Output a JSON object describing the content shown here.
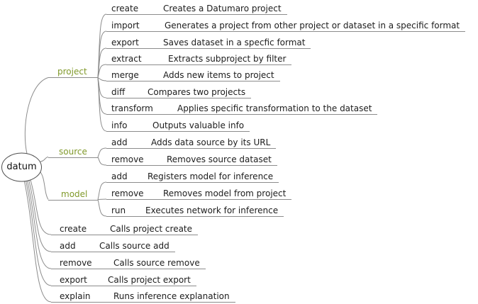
{
  "root": {
    "label": "datum"
  },
  "colors": {
    "branch_label": "#80992a",
    "edge": "#8c8c8c",
    "text": "#1c1c1c",
    "background": "#ffffff"
  },
  "branches": {
    "project": {
      "label": "project",
      "children": [
        {
          "label": "create",
          "desc": "Creates a Datumaro project"
        },
        {
          "label": "import",
          "desc": "Generates a project from other project or dataset in a specific format"
        },
        {
          "label": "export",
          "desc": "Saves dataset in a specfic format"
        },
        {
          "label": "extract",
          "desc": "Extracts subproject by filter"
        },
        {
          "label": "merge",
          "desc": "Adds new items to project"
        },
        {
          "label": "diff",
          "desc": "Compares two projects"
        },
        {
          "label": "transform",
          "desc": "Applies specific transformation to the dataset"
        },
        {
          "label": "info",
          "desc": "Outputs valuable info"
        }
      ]
    },
    "source": {
      "label": "source",
      "children": [
        {
          "label": "add",
          "desc": "Adds data source by its URL"
        },
        {
          "label": "remove",
          "desc": "Removes source dataset"
        }
      ]
    },
    "model": {
      "label": "model",
      "children": [
        {
          "label": "add",
          "desc": "Registers model for inference"
        },
        {
          "label": "remove",
          "desc": "Removes model from project"
        },
        {
          "label": "run",
          "desc": "Executes network for inference"
        }
      ]
    }
  },
  "commands": [
    {
      "label": "create",
      "desc": "Calls project create"
    },
    {
      "label": "add",
      "desc": "Calls source add"
    },
    {
      "label": "remove",
      "desc": "Calls source remove"
    },
    {
      "label": "export",
      "desc": "Calls project export"
    },
    {
      "label": "explain",
      "desc": "Runs inference explanation"
    }
  ]
}
